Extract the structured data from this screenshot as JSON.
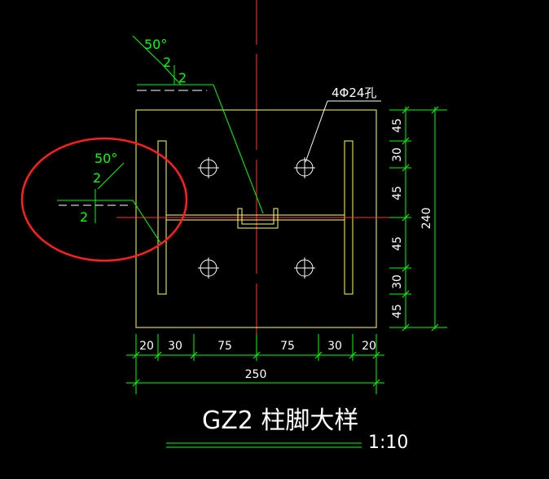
{
  "drawing": {
    "colors": {
      "background": "#000000",
      "plate": "#ffff66",
      "dimension": "#00ff00",
      "text": "#ffffff",
      "centerline": "#ff3333",
      "bolt": "#ffffff",
      "weld_leader": "#00ff00",
      "annotation_circle": "#ff2020"
    },
    "weld_symbol_top": {
      "angle": "50°",
      "size_top": "2",
      "size_bottom": "2"
    },
    "weld_symbol_left": {
      "angle": "50°",
      "size_top": "2",
      "size_bottom": "2"
    },
    "hole_label": "4Φ24孔",
    "dims_right": [
      "45",
      "30",
      "45",
      "45",
      "30",
      "45"
    ],
    "dim_right_total": "240",
    "dims_bottom": [
      "20",
      "30",
      "75",
      "75",
      "30",
      "20"
    ],
    "dim_bottom_total": "250",
    "title": "GZ2 柱脚大样",
    "scale": "1:10"
  }
}
